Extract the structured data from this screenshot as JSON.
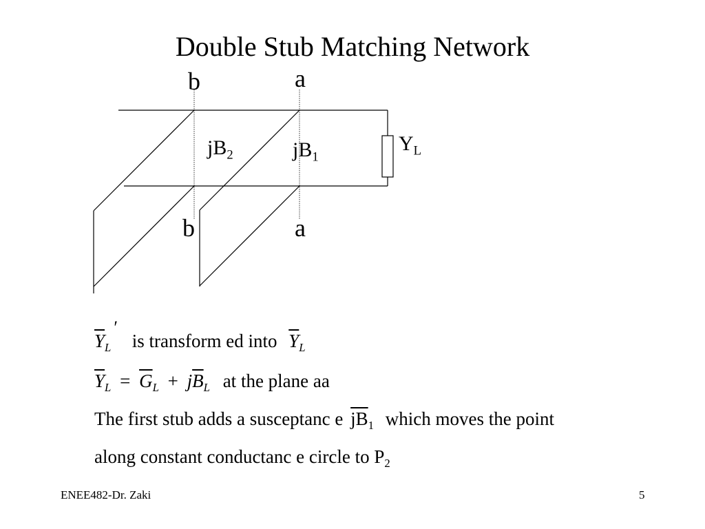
{
  "slide": {
    "title": "Double Stub Matching Network",
    "footer_left": "ENEE482-Dr. Zaki",
    "page_number": "5"
  },
  "diagram": {
    "label_b_top": "b",
    "label_a_top": "a",
    "label_b_bottom": "b",
    "label_a_bottom": "a",
    "stub2_prefix": "jB",
    "stub2_sub": "2",
    "stub1_prefix": "jB",
    "stub1_sub": "1",
    "load_main": "Y",
    "load_sub": "L"
  },
  "equations": {
    "line1": {
      "sym": "Y",
      "sub": "L",
      "prime": "′",
      "text": "is transform ed into",
      "sym2": "Y",
      "sub2": "L"
    },
    "line2": {
      "y": "Y",
      "ysub": "L",
      "eq": "=",
      "g": "G",
      "gsub": "L",
      "plus": "+",
      "j": "j",
      "b": "B",
      "bsub": "L",
      "text": "at the plane aa"
    },
    "line3": {
      "text": "The first stub adds a susceptanc e",
      "jb": "jB",
      "jbsub": "1",
      "text2": "which moves the point"
    },
    "line4": {
      "text": "along constant conductanc e circle to P",
      "sub": "2"
    }
  }
}
